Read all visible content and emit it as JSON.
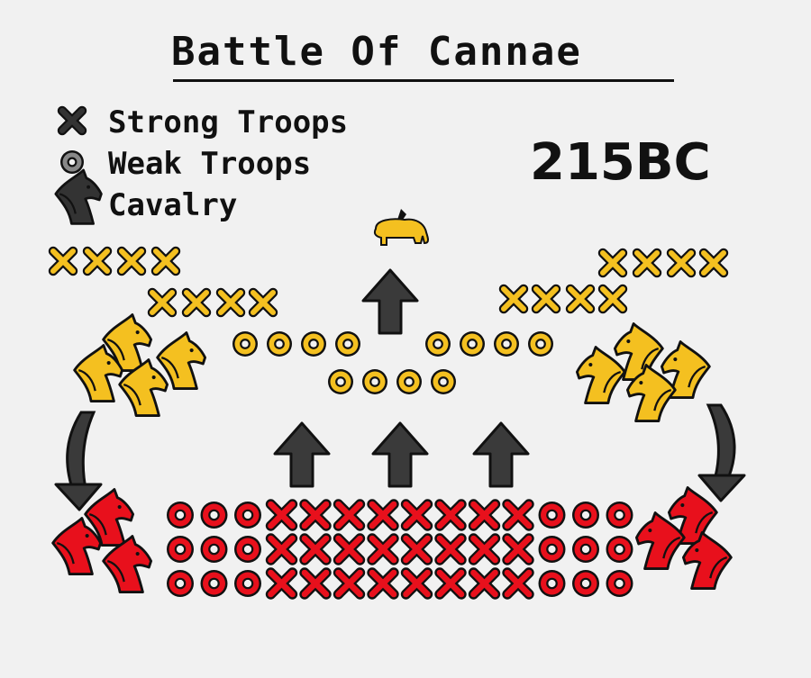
{
  "title": "Battle Of Cannae",
  "year": "215BC",
  "legend": [
    {
      "symbol": "x-icon",
      "label": "Strong Troops"
    },
    {
      "symbol": "o-icon",
      "label": "Weak Troops"
    },
    {
      "symbol": "horse-icon",
      "label": "Cavalry"
    }
  ],
  "colors": {
    "carthage": "#f4c020",
    "rome": "#e8101c",
    "outline": "#111111",
    "arrow": "#3a3a3a",
    "legend_symbol": "#333333"
  },
  "formation": {
    "rome_rows": [
      "OOOXXXXXXXXOOO",
      "OOOXXXXXXXXOOO",
      "OOOXXXXXXXXOOO"
    ]
  }
}
